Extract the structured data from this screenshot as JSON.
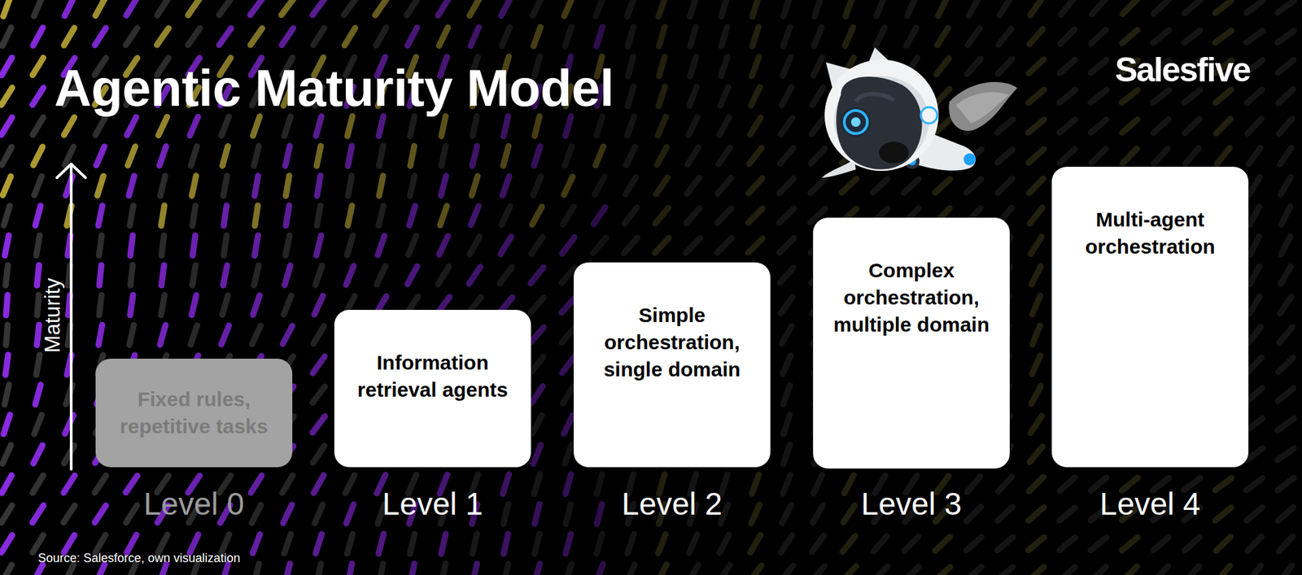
{
  "diagram": {
    "title": "Agentic Maturity Model",
    "caption": "Source: Salesforce, own visualization",
    "nodes": [
      {
        "text": [
          "Fixed rules, repetitive tasks"
        ]
      },
      {
        "text": [
          "Information retrieval agents"
        ]
      },
      {
        "text": [
          "Simple orchestration, single domain"
        ]
      },
      {
        "text": [
          "Complex orchestration, multiple domain"
        ]
      },
      {
        "text": [
          "Multi-agent orchestration"
        ]
      }
    ],
    "labels": [
      "Maturity",
      "Level 0",
      "Level 1",
      "Level 2",
      "Level 3",
      "Level 4",
      "Salesfive"
    ]
  }
}
